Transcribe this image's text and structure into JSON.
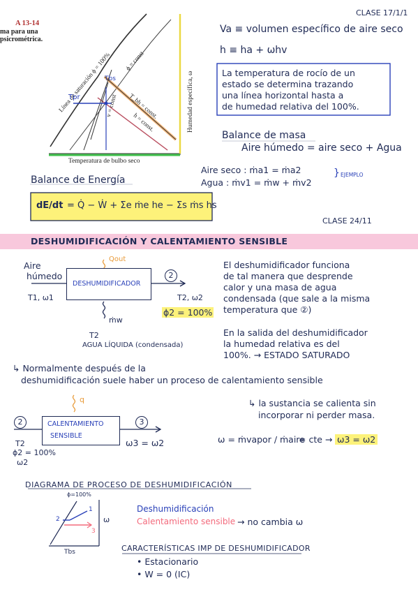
{
  "header": {
    "clase1": "CLASE 17/1/1",
    "clase2": "CLASE 24/11"
  },
  "textbook": {
    "fig_label": "A 13-14",
    "caption_line1": "ma para una",
    "caption_line2": "psicrométrica.",
    "chart": {
      "x_axis_label": "Temperatura de bulbo seco",
      "y_axis_label": "Humedad específica, ω",
      "saturation_label": "Línea de saturación ϕ = 100%",
      "phi_const": "ϕ = const",
      "tbh_const": "T_bh = const.",
      "h_const": "h = const.",
      "v_const": "v = const",
      "tpr_label": "Tpr",
      "tbs_label": "Tbs"
    }
  },
  "notes_top": {
    "va_def": "Va ≡ volumen específico de aire seco",
    "h_def": "h ≡ ha + ωhv",
    "dew_box": [
      "La temperatura de rocío de un",
      "estado se determina trazando",
      "una línea horizontal hasta a",
      "de humedad relativa del 100%."
    ],
    "mass_balance_title": "Balance de masa",
    "mass_balance_eq": "Aire húmedo = aire seco + Agua",
    "aire_seco_eq": "Aire seco :   ṁa1 = ṁa2",
    "agua_eq": "Agua : ṁv1 = ṁw + ṁv2",
    "ejemplo": "EJEMPLO",
    "energy_title": "Balance de Energía",
    "energy_eq_lhs": "dE/dt",
    "energy_eq_rhs": "= Q̇ − Ẇ + Σe ṁe he − Σs ṁs hs"
  },
  "section_title": "DESHUMIDIFICACIÓN Y CALENTAMIENTO SENSIBLE",
  "dehum": {
    "inlet_label_line1": "Aire",
    "inlet_label_line2": "húmedo",
    "inlet_state": "T1, ω1",
    "qout": "Qout",
    "box_label": "DESHUMIDIFICADOR",
    "state2_num": "2",
    "outlet_state": "T2, ω2",
    "phi2": "ϕ2 = 100%",
    "mw": "ṁw",
    "t2": "T2",
    "agua_liquida": "AGUA LÍQUIDA (condensada)",
    "desc1": [
      "El deshumidificador funciona",
      "de tal manera que desprende",
      "calor y una masa de agua",
      "condensada (que sale a la misma",
      "temperatura que ②)"
    ],
    "desc2": [
      "En la salida del deshumidificador",
      "la humedad relativa es del",
      "100%. → ESTADO SATURADO"
    ]
  },
  "normally": {
    "line1": "↳ Normalmente después de la",
    "line2": "deshumidificación suele haber un proceso de calentamiento sensible"
  },
  "heating": {
    "q": "q",
    "state2_num": "2",
    "box_line1": "CALENTAMIENTO",
    "box_line2": "SENSIBLE",
    "state3_num": "3",
    "in_t2": "T2",
    "in_phi2": "ϕ2 = 100%",
    "in_w2": "ω2",
    "out_w3": "ω3 = ω2",
    "note_line1": "↳ la sustancia se calienta sin",
    "note_line2": "incorporar ni perder masa.",
    "omega_eq_lhs": "ω = ṁvapor / ṁaire",
    "omega_eq_rhs": "= cte →",
    "omega_result": "ω3 = ω2"
  },
  "diagram": {
    "title": "DIAGRAMA DE PROCESO DE DESHUMIDIFICACIÓN",
    "phi_label": "ϕ=100%",
    "w_label": "ω",
    "tbs_label": "Tbs",
    "p1": "1",
    "p2": "2",
    "p3": "3",
    "legend_dehum": "Deshumidificación",
    "legend_heat": "Calentamiento sensible",
    "legend_note": "→ no cambia ω"
  },
  "characteristics": {
    "title": "CARACTERÍSTICAS IMP DE DESHUMIDIFICADOR",
    "items": [
      "• Estacionario",
      "• W = 0   (IC)"
    ]
  },
  "colors": {
    "ink": "#1f2a55",
    "highlight_yellow": "#fdf27a",
    "banner_pink": "#f8c8dc",
    "blue": "#2940b8",
    "pink": "#f36a7c",
    "orange": "#e89b3a"
  }
}
